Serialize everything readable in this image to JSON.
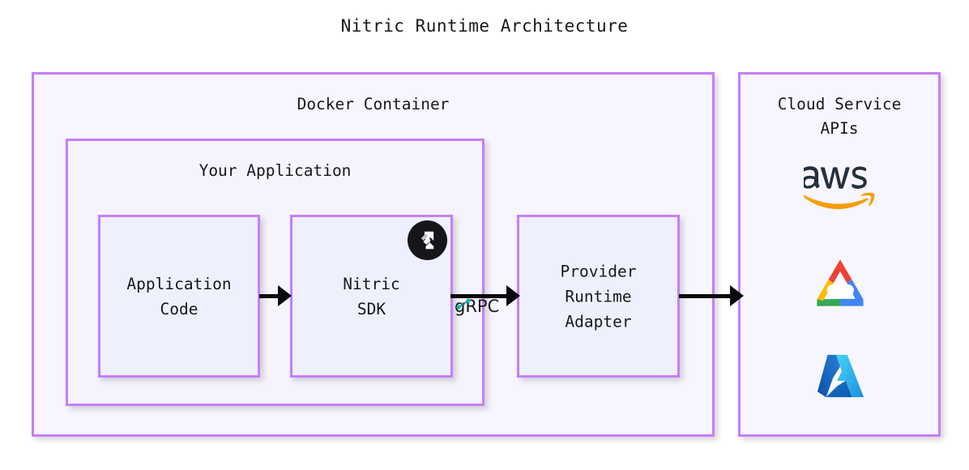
{
  "title": "Nitric Runtime Architecture",
  "containers": {
    "docker": {
      "label": "Docker Container"
    },
    "your_application": {
      "label": "Your Application"
    },
    "cloud_services": {
      "label": "Cloud Service\nAPIs"
    }
  },
  "nodes": [
    {
      "id": "application-code",
      "label": "Application\nCode"
    },
    {
      "id": "nitric-sdk",
      "label": "Nitric\nSDK",
      "badge": "nitric-logo-icon"
    },
    {
      "id": "provider-runtime-adapter",
      "label": "Provider\nRuntime\nAdapter"
    }
  ],
  "edges": [
    {
      "id": "app-to-sdk",
      "from": "application-code",
      "to": "nitric-sdk",
      "label": ""
    },
    {
      "id": "sdk-to-adapter",
      "from": "nitric-sdk",
      "to": "provider-runtime-adapter",
      "label": "gRPC"
    },
    {
      "id": "adapter-to-cloud",
      "from": "provider-runtime-adapter",
      "to": "cloud-services",
      "label": ""
    }
  ],
  "cloud_logos": [
    {
      "id": "aws-logo",
      "name": "aws",
      "text": "aws"
    },
    {
      "id": "gcp-logo",
      "name": "google-cloud"
    },
    {
      "id": "azure-logo",
      "name": "microsoft-azure"
    }
  ],
  "colors": {
    "box_border": "#c77efb",
    "box_fill": "#f7f6fe",
    "inner_fill": "#eff0fd",
    "arrow": "#0a0a0a",
    "text": "#16181d",
    "aws_text": "#252f3e",
    "aws_arc": "#f59d0c",
    "grpc_accent": "#2aa6a0",
    "gcp_red": "#ea4335",
    "gcp_blue": "#4285f4",
    "gcp_yellow": "#fbbc05",
    "gcp_green": "#34a853",
    "azure_dark": "#0f5fae",
    "azure_light": "#35c1f1"
  }
}
